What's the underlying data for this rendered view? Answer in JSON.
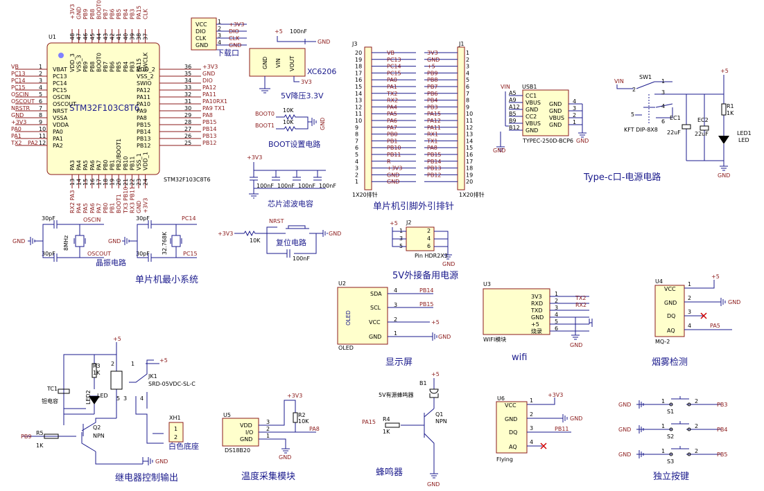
{
  "title": "单片机最小系统",
  "mcu": {
    "ref": "U1",
    "name": "STM32F103C8T6",
    "sub": "STM32F103C8T6",
    "top_pins": [
      "48",
      "47",
      "46",
      "45",
      "44",
      "43",
      "42",
      "41",
      "40",
      "39",
      "38",
      "37"
    ],
    "top_names": [
      "VDD_3",
      "VSS_3",
      "PB9",
      "PB8",
      "BOOT0",
      "PB7",
      "PB6",
      "PB5",
      "PB4",
      "PB3",
      "PA15",
      "SWCLK"
    ],
    "top_nets": [
      "+3V3",
      "GND",
      "PB9",
      "PB8",
      "BOOT0",
      "PB7",
      "PB6",
      "PB5",
      "PB4",
      "PB3",
      "PA15",
      "CLK"
    ],
    "left_pins": [
      "1",
      "2",
      "3",
      "4",
      "5",
      "6",
      "7",
      "8",
      "9",
      "10",
      "11",
      "12"
    ],
    "left_names": [
      "VBAT",
      "PC13",
      "PC14",
      "PC15",
      "OSCIN",
      "OSCOUT",
      "NRST",
      "VSSA",
      "VDDA",
      "PA0",
      "PA1",
      "PA2"
    ],
    "left_nets": [
      "VB",
      "PC13",
      "PC14",
      "PC15",
      "OSCIN",
      "OSCOUT",
      "NRSTR",
      "GND",
      "+3V3",
      "PA0",
      "PA1",
      "TX2"
    ],
    "left_extra": "PA2",
    "right_pins": [
      "36",
      "35",
      "34",
      "33",
      "32",
      "31",
      "30",
      "29",
      "28",
      "27",
      "26",
      "25"
    ],
    "right_names": [
      "VDD_2",
      "VSS_2",
      "SWIO",
      "PA12",
      "PA11",
      "PA10",
      "PA9",
      "PA8",
      "PB15",
      "PB14",
      "PB13",
      "PB12"
    ],
    "right_nets": [
      "+3V3",
      "GND",
      "DIO",
      "PA12",
      "PA11",
      "PA10RX1",
      "PA9 TX1",
      "PA8",
      "PB15",
      "PB14",
      "PB13",
      "PB12"
    ],
    "bot_pins": [
      "13",
      "14",
      "15",
      "16",
      "17",
      "18",
      "19",
      "20",
      "21",
      "22",
      "23",
      "24"
    ],
    "bot_names": [
      "PA3",
      "PA4",
      "PA5",
      "PA6",
      "PA7",
      "PB0",
      "PB1",
      "PB2/BOOT1",
      "PB10",
      "PB11",
      "VSS_1",
      "VDD_1"
    ],
    "bot_nets": [
      "RX2 PA3",
      "PA4",
      "PA5",
      "PA6",
      "PA7",
      "PB0",
      "PB1",
      "BOOT1",
      "TX3 PB10",
      "RX3 PB11",
      "GND",
      "+3V3"
    ]
  },
  "header": {
    "pins": [
      "1",
      "2",
      "3",
      "4"
    ],
    "names": [
      "VCC",
      "DIO",
      "CLK",
      "GND"
    ],
    "nets": [
      "+3V3",
      "DIO",
      "CLK",
      "GND"
    ],
    "label": "下载口"
  },
  "ldo": {
    "vin": "VIN",
    "vout": "VOUT",
    "gnd": "GND",
    "part": "XC6206",
    "plus": "+5",
    "cap": "100nF",
    "gndlbl": "GND",
    "out": "3V3",
    "title": "5V降压3.3V"
  },
  "boot": {
    "n0": "BOOT0",
    "n1": "BOOT1",
    "r": "10K",
    "gnd": "GND",
    "title": "BOOT设置电路"
  },
  "filter": {
    "net": "+3V3",
    "caps": [
      "100nF",
      "100nF",
      "100nF",
      "100nF"
    ],
    "title": "芯片滤波电容"
  },
  "xtal": {
    "c": "30pF",
    "osc_in": "OSCIN",
    "osc_out": "OSCOUT",
    "freq": "8MHz",
    "gnd": "GND",
    "title": "晶振电路",
    "c2": "30pF",
    "pc14": "PC14",
    "pc15": "PC15",
    "freq2": "32.768K"
  },
  "reset": {
    "net": "+3V3",
    "r": "10K",
    "nrst": "NRST",
    "cap": "100nF",
    "gnd": "GND",
    "title": "复位电路"
  },
  "j3": {
    "ref": "J3",
    "pins": [
      "20",
      "19",
      "18",
      "17",
      "16",
      "15",
      "14",
      "13",
      "12",
      "11",
      "10",
      "9",
      "8",
      "7",
      "6",
      "5",
      "4",
      "3",
      "2",
      "1"
    ],
    "nets": [
      "VB",
      "PC13",
      "PC14",
      "PC15",
      "PA0",
      "PA1",
      "TX2",
      "RX2",
      "PA4",
      "PA5",
      "PA6",
      "PA7",
      "PB0",
      "PB1",
      "PB10",
      "PB11",
      "R",
      "+3V3",
      "GND",
      "GND"
    ],
    "part": "1X20排针"
  },
  "j1": {
    "ref": "J1",
    "pins": [
      "1",
      "2",
      "3",
      "4",
      "5",
      "6",
      "7",
      "8",
      "9",
      "10",
      "11",
      "12",
      "13",
      "14",
      "15",
      "16",
      "17",
      "18",
      "19",
      "20"
    ],
    "nets": [
      "3V3",
      "GND",
      "+5",
      "PB9",
      "PB8",
      "PB7",
      "PB6",
      "PB4",
      "PB3",
      "PA15",
      "PA12",
      "PA11",
      "RX1",
      "TX1",
      "PA8",
      "PB15",
      "PB14",
      "PB13",
      "PB12"
    ],
    "part": "1X20排针"
  },
  "header_title": "单片机引脚外引排针",
  "usb": {
    "ref": "USB1",
    "vin": "VIN",
    "pinsL": [
      "A5",
      "A9",
      "A12",
      "B5",
      "B9",
      "B12"
    ],
    "namesL": [
      "CC1",
      "VBUS",
      "GND",
      "CC2",
      "VBUS",
      "GND"
    ],
    "namesR": [
      "GND",
      "GND",
      "VBUS",
      "GND"
    ],
    "pinsR": [
      "4",
      "3",
      "2",
      "1"
    ],
    "part": "TYPEC-250D-BCP6",
    "gnd": "GND",
    "gnd2": "GND"
  },
  "power": {
    "vin": "VIN",
    "sw": "SW1",
    "sw_part": "KFT DIP-8X8",
    "pins": [
      "1",
      "2",
      "3",
      "4",
      "5",
      "6"
    ],
    "ec1": "EC1",
    "ec1v": "22uF",
    "ec2": "EC2",
    "ec2v": "22uF",
    "r1": "R1",
    "r1v": "1K",
    "led": "LED1",
    "ledl": "LED",
    "plus": "+5",
    "gnd": "GND",
    "title": "Type-c口-电源电路"
  },
  "j2": {
    "plus": "+5",
    "ref": "J2",
    "pins": [
      "1",
      "2",
      "3",
      "4",
      "5",
      "6"
    ],
    "part": "Pin HDR2X3",
    "gnd": "GND",
    "title": "5V外接备用电源"
  },
  "oled": {
    "ref": "U2",
    "label": "OLED",
    "pins": [
      "SDA",
      "SCL",
      "VCC",
      "GND"
    ],
    "nums": [
      "4",
      "3",
      "2",
      "1"
    ],
    "nets": [
      "PB14",
      "PB15",
      "+5",
      "GND"
    ],
    "part": "OLED",
    "title": "显示屏"
  },
  "wifi": {
    "ref": "U3",
    "pins": [
      "3V3",
      "RXD",
      "TXD",
      "GND",
      "+5",
      "烧录"
    ],
    "nums": [
      "1",
      "2",
      "3",
      "4",
      "5",
      "6"
    ],
    "nets": [
      "TX2",
      "RX2",
      "GND"
    ],
    "part": "WIFI模块",
    "title": "wifi"
  },
  "mq": {
    "ref": "U4",
    "pins": [
      "VCC",
      "GND",
      "DQ",
      "AQ"
    ],
    "nums": [
      "1",
      "2",
      "3",
      "4"
    ],
    "plus": "+5",
    "gnd": "GND",
    "net": "PA5",
    "part": "MQ-2",
    "title": "烟雾检测"
  },
  "relay": {
    "plus": "+5",
    "r3": "R3",
    "r3v": "1K",
    "tc": "TC1",
    "tcl": "钽电容",
    "led": "LED2",
    "ledl": "LED",
    "jk": "JK1",
    "jkp": "SRD-05VDC-SL-C",
    "plus2": "+5",
    "pb9": "PB9",
    "r5": "R5",
    "r5v": "1K",
    "q": "Q2",
    "qt": "NPN",
    "xh": "XH1",
    "xhl": "白色底座",
    "gnd": "GND",
    "pins": [
      "1",
      "2",
      "3",
      "4",
      "5"
    ],
    "xp": [
      "1",
      "2"
    ],
    "title": "继电器控制输出"
  },
  "ds": {
    "ref": "U5",
    "pins": [
      "VDD",
      "I/O",
      "GND"
    ],
    "nums": [
      "3",
      "2",
      "1"
    ],
    "plus": "+3V3",
    "r": "R2",
    "rv": "10K",
    "net": "PA8",
    "part": "DS18B20",
    "gnd": "GND",
    "title": "温度采集模块"
  },
  "buzz": {
    "ref": "B1",
    "plus": "+5",
    "label": "5V有源蜂鸣器",
    "q": "Q1",
    "qt": "NPN",
    "net": "PA15",
    "r": "R4",
    "rv": "1K",
    "gnd": "GND",
    "title": "蜂鸣器"
  },
  "flying": {
    "ref": "U6",
    "pins": [
      "VCC",
      "GND",
      "DQ",
      "AQ"
    ],
    "nums": [
      "1",
      "2",
      "3",
      "4"
    ],
    "plus": "+3V3",
    "gnd": "GND",
    "net": "PB11",
    "part": "Flying"
  },
  "keys": {
    "gnd": "GND",
    "names": [
      "S1",
      "S2",
      "S3"
    ],
    "nets": [
      "PB3",
      "PB4",
      "PB5"
    ],
    "p1": "1",
    "p2": "2",
    "title": "独立按键"
  }
}
